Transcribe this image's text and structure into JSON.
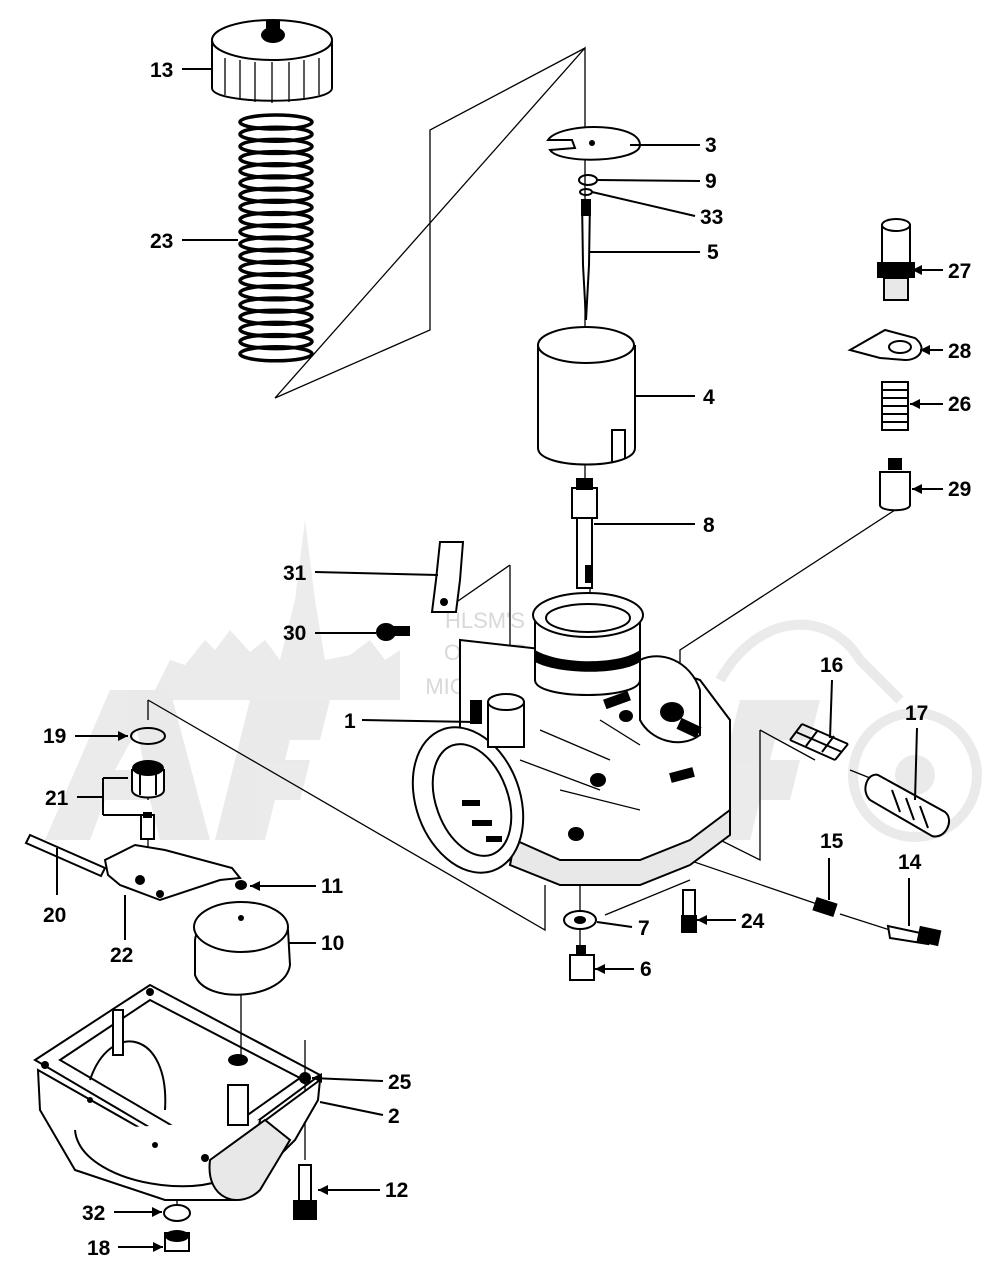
{
  "watermark": {
    "lines": [
      "HLSM'S",
      "ONLINE",
      "MICROFICHE"
    ],
    "brand": "ArcticCat"
  },
  "parts": [
    {
      "id": "13",
      "name": "cap"
    },
    {
      "id": "23",
      "name": "spring"
    },
    {
      "id": "3",
      "name": "plate"
    },
    {
      "id": "9",
      "name": "clip"
    },
    {
      "id": "33",
      "name": "washer"
    },
    {
      "id": "5",
      "name": "jet-needle"
    },
    {
      "id": "4",
      "name": "throttle-valve"
    },
    {
      "id": "8",
      "name": "needle-jet"
    },
    {
      "id": "27",
      "name": "starter-fitting"
    },
    {
      "id": "28",
      "name": "gasket"
    },
    {
      "id": "26",
      "name": "starter-spring"
    },
    {
      "id": "29",
      "name": "starter-plunger"
    },
    {
      "id": "31",
      "name": "bracket"
    },
    {
      "id": "30",
      "name": "screw"
    },
    {
      "id": "1",
      "name": "carburetor-body"
    },
    {
      "id": "16",
      "name": "idle-spring"
    },
    {
      "id": "17",
      "name": "throttle-stop-screw"
    },
    {
      "id": "19",
      "name": "o-ring"
    },
    {
      "id": "21",
      "name": "float-valve-assembly"
    },
    {
      "id": "20",
      "name": "float-pin"
    },
    {
      "id": "22",
      "name": "float-arm"
    },
    {
      "id": "11",
      "name": "float-screw"
    },
    {
      "id": "10",
      "name": "float"
    },
    {
      "id": "15",
      "name": "air-screw-spring"
    },
    {
      "id": "14",
      "name": "air-screw"
    },
    {
      "id": "7",
      "name": "washer"
    },
    {
      "id": "24",
      "name": "pilot-jet"
    },
    {
      "id": "6",
      "name": "main-jet"
    },
    {
      "id": "25",
      "name": "float-bowl-gasket"
    },
    {
      "id": "2",
      "name": "float-bowl"
    },
    {
      "id": "12",
      "name": "bowl-screw"
    },
    {
      "id": "32",
      "name": "drain-washer"
    },
    {
      "id": "18",
      "name": "drain-plug"
    }
  ]
}
